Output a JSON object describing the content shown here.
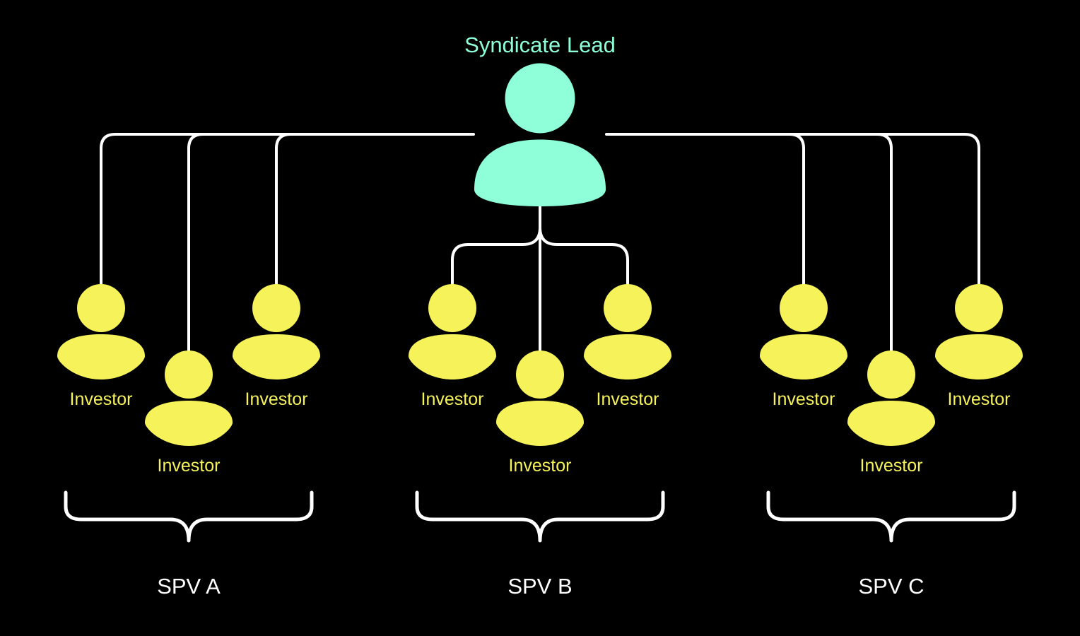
{
  "colors": {
    "background": "#000000",
    "lead": "#8effd8",
    "investor": "#f5f25a",
    "connector": "#ffffff",
    "spv_label": "#ffffff"
  },
  "lead": {
    "label": "Syndicate Lead",
    "icon": "person-icon"
  },
  "groups": [
    {
      "label": "SPV A",
      "investors": [
        {
          "label": "Investor",
          "icon": "person-icon"
        },
        {
          "label": "Investor",
          "icon": "person-icon"
        },
        {
          "label": "Investor",
          "icon": "person-icon"
        }
      ]
    },
    {
      "label": "SPV B",
      "investors": [
        {
          "label": "Investor",
          "icon": "person-icon"
        },
        {
          "label": "Investor",
          "icon": "person-icon"
        },
        {
          "label": "Investor",
          "icon": "person-icon"
        }
      ]
    },
    {
      "label": "SPV C",
      "investors": [
        {
          "label": "Investor",
          "icon": "person-icon"
        },
        {
          "label": "Investor",
          "icon": "person-icon"
        },
        {
          "label": "Investor",
          "icon": "person-icon"
        }
      ]
    }
  ]
}
